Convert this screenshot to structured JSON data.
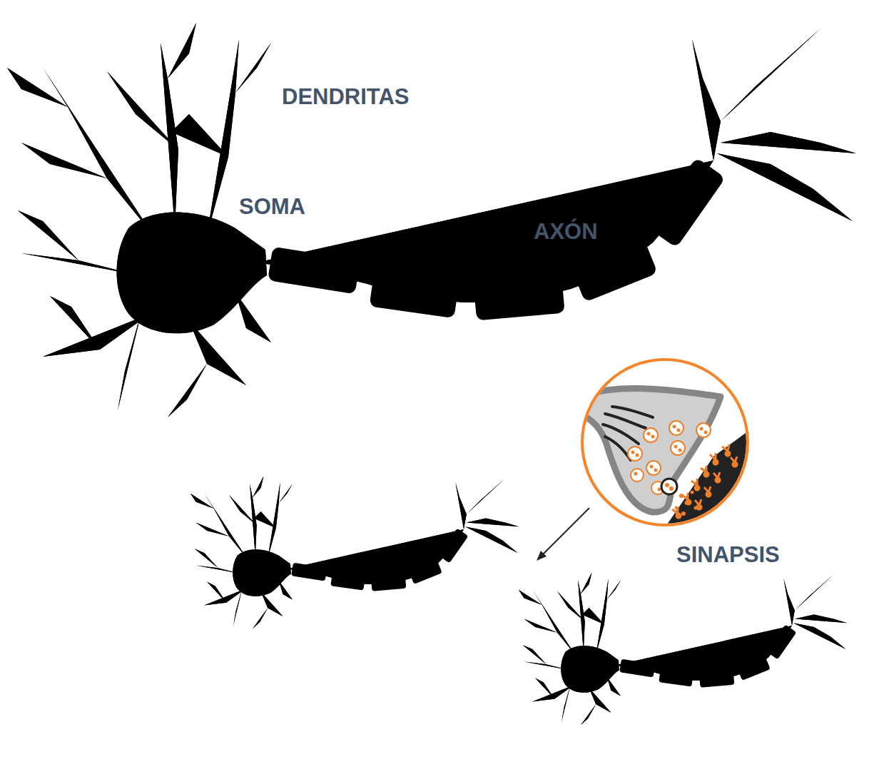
{
  "diagram": {
    "labels": [
      "DENDRITAS",
      "SOMA",
      "AXÓN",
      "SINAPSIS"
    ]
  }
}
